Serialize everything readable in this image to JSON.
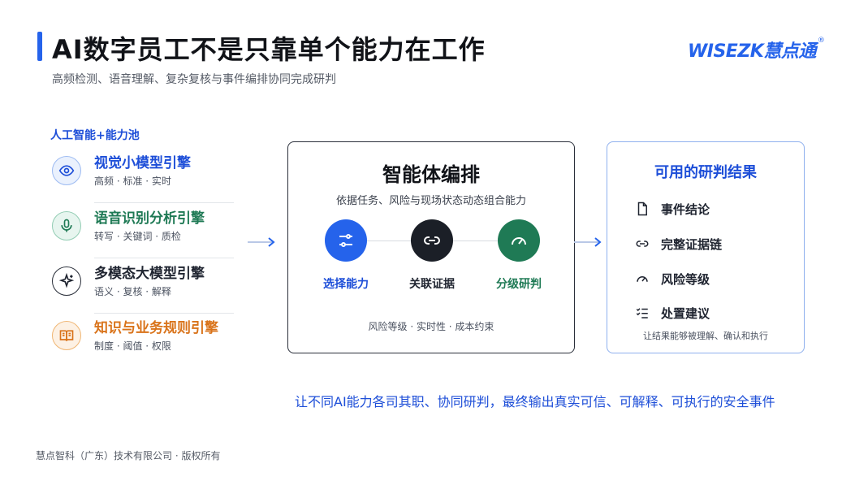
{
  "header": {
    "title": "AI数字员工不是只靠单个能力在工作",
    "subtitle": "高频检测、语音理解、复杂复核与事件编排协同完成研判"
  },
  "logo": {
    "text": "WISEZK慧点通",
    "mark": "®"
  },
  "pool": {
    "title": "人工智能+能力池",
    "engines": [
      {
        "name": "视觉小模型引擎",
        "tags": "高频 · 标准 · 实时",
        "icon": "eye-icon",
        "color": "#1d4ed8"
      },
      {
        "name": "语音识别分析引擎",
        "tags": "转写 · 关键词 · 质检",
        "icon": "microphone-icon",
        "color": "#1f7a55"
      },
      {
        "name": "多模态大模型引擎",
        "tags": "语义 · 复核 · 解释",
        "icon": "sparkles-icon",
        "color": "#1f2430"
      },
      {
        "name": "知识与业务规则引擎",
        "tags": "制度 · 阈值 · 权限",
        "icon": "book-icon",
        "color": "#d9731a"
      }
    ]
  },
  "orchestration": {
    "title": "智能体编排",
    "subtitle": "依据任务、风险与现场状态动态组合能力",
    "steps": [
      {
        "label": "选择能力",
        "icon": "sliders-icon",
        "color": "#2563eb"
      },
      {
        "label": "关联证据",
        "icon": "link-icon",
        "color": "#1b1f27"
      },
      {
        "label": "分级研判",
        "icon": "gauge-icon",
        "color": "#1f7a55"
      }
    ],
    "footer": "风险等级 · 实时性 · 成本约束"
  },
  "results": {
    "title": "可用的研判结果",
    "items": [
      {
        "label": "事件结论",
        "icon": "document-icon"
      },
      {
        "label": "完整证据链",
        "icon": "link-icon"
      },
      {
        "label": "风险等级",
        "icon": "gauge-icon"
      },
      {
        "label": "处置建议",
        "icon": "checklist-icon"
      }
    ],
    "note": "让结果能够被理解、确认和执行"
  },
  "tagline": "让不同AI能力各司其职、协同研判，最终输出真实可信、可解释、可执行的安全事件",
  "footer": "慧点智科（广东）技术有限公司 · 版权所有",
  "colors": {
    "accent": "#2563eb",
    "green": "#1f7a55",
    "orange": "#d9731a",
    "dark": "#1b1f27"
  }
}
